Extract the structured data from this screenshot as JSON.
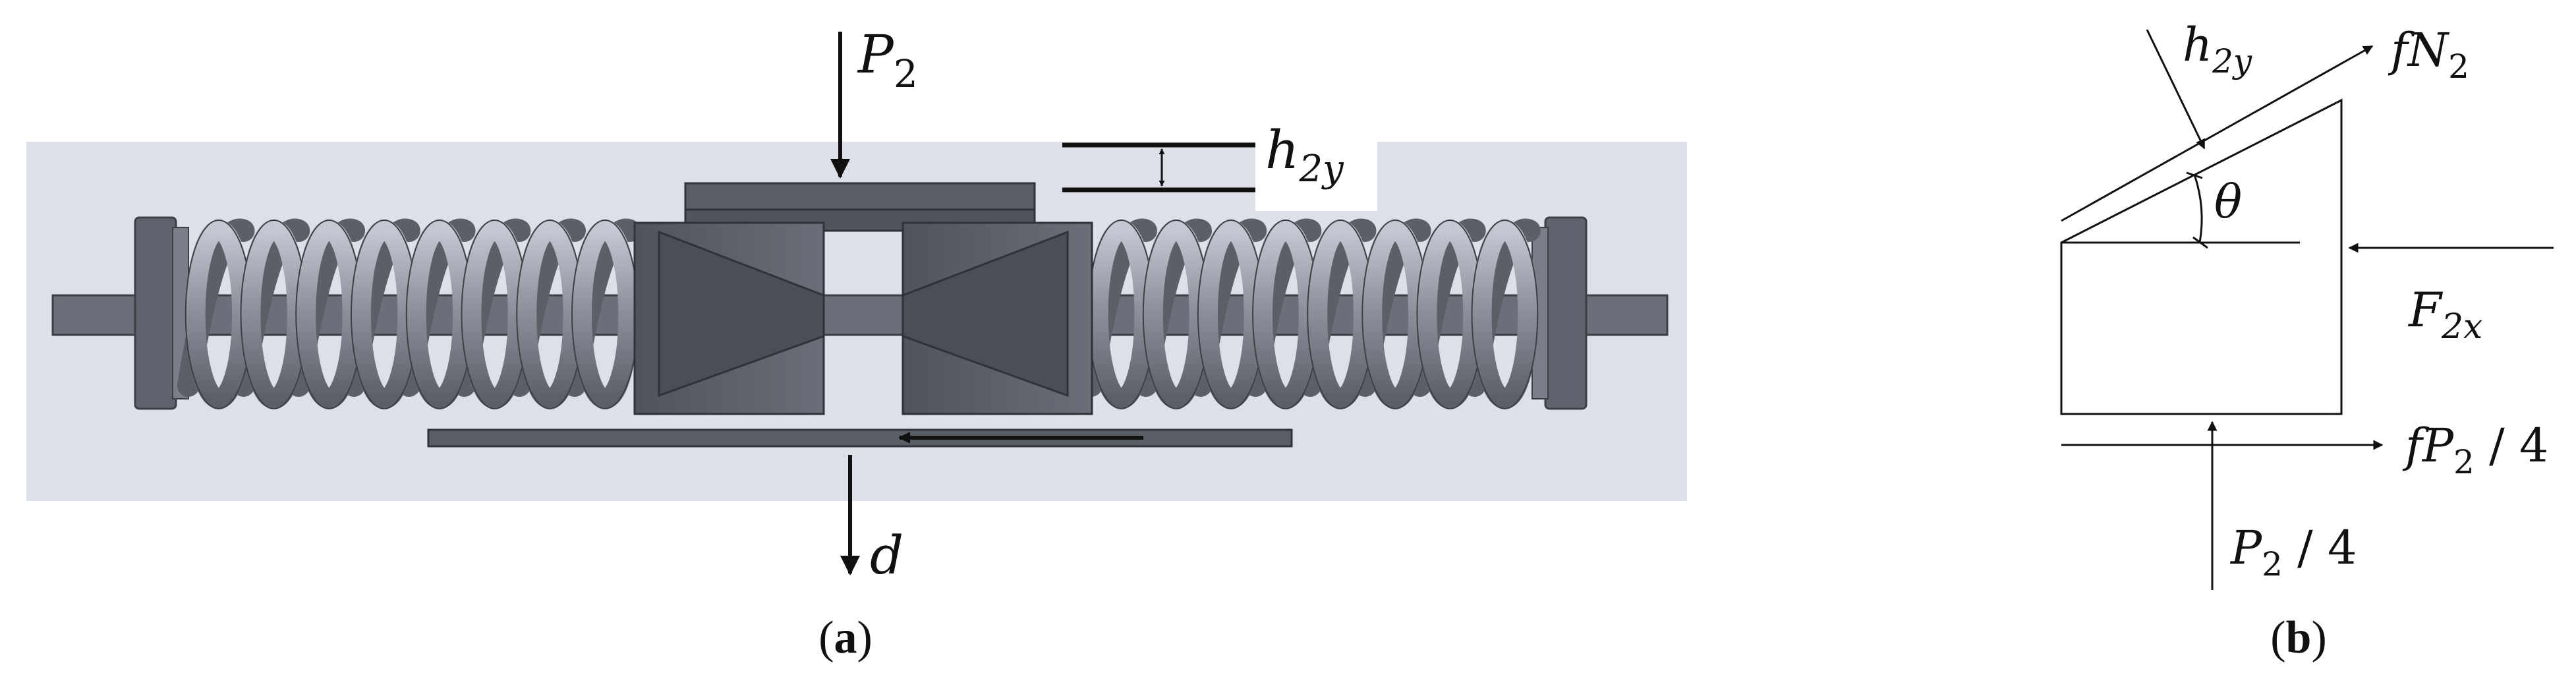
{
  "panel_a": {
    "force_label": {
      "base": "P",
      "sub": "2"
    },
    "height_label": {
      "base": "h",
      "sub": "2y"
    },
    "displacement_label": "d",
    "caption": {
      "open": "(",
      "letter": "a",
      "close": ")"
    }
  },
  "panel_b": {
    "height_label": {
      "base": "h",
      "sub": "2y"
    },
    "friction_normal_label": {
      "base": "fN",
      "sub": "2"
    },
    "angle_label": "θ",
    "horizontal_force_label": {
      "base": "F",
      "sub": "2x"
    },
    "friction_load_label": {
      "base": "fP",
      "sub": "2",
      "rest": " / 4"
    },
    "vertical_load_label": {
      "base": "P",
      "sub": "2",
      "rest": " / 4"
    },
    "caption": {
      "open": "(",
      "letter": "b",
      "close": ")"
    }
  },
  "colors": {
    "background_panel": "#dde0e8",
    "steel_dark": "#595d67",
    "steel_mid": "#6b6f7a",
    "coil_light": "#aab0bc",
    "line": "#111111"
  }
}
